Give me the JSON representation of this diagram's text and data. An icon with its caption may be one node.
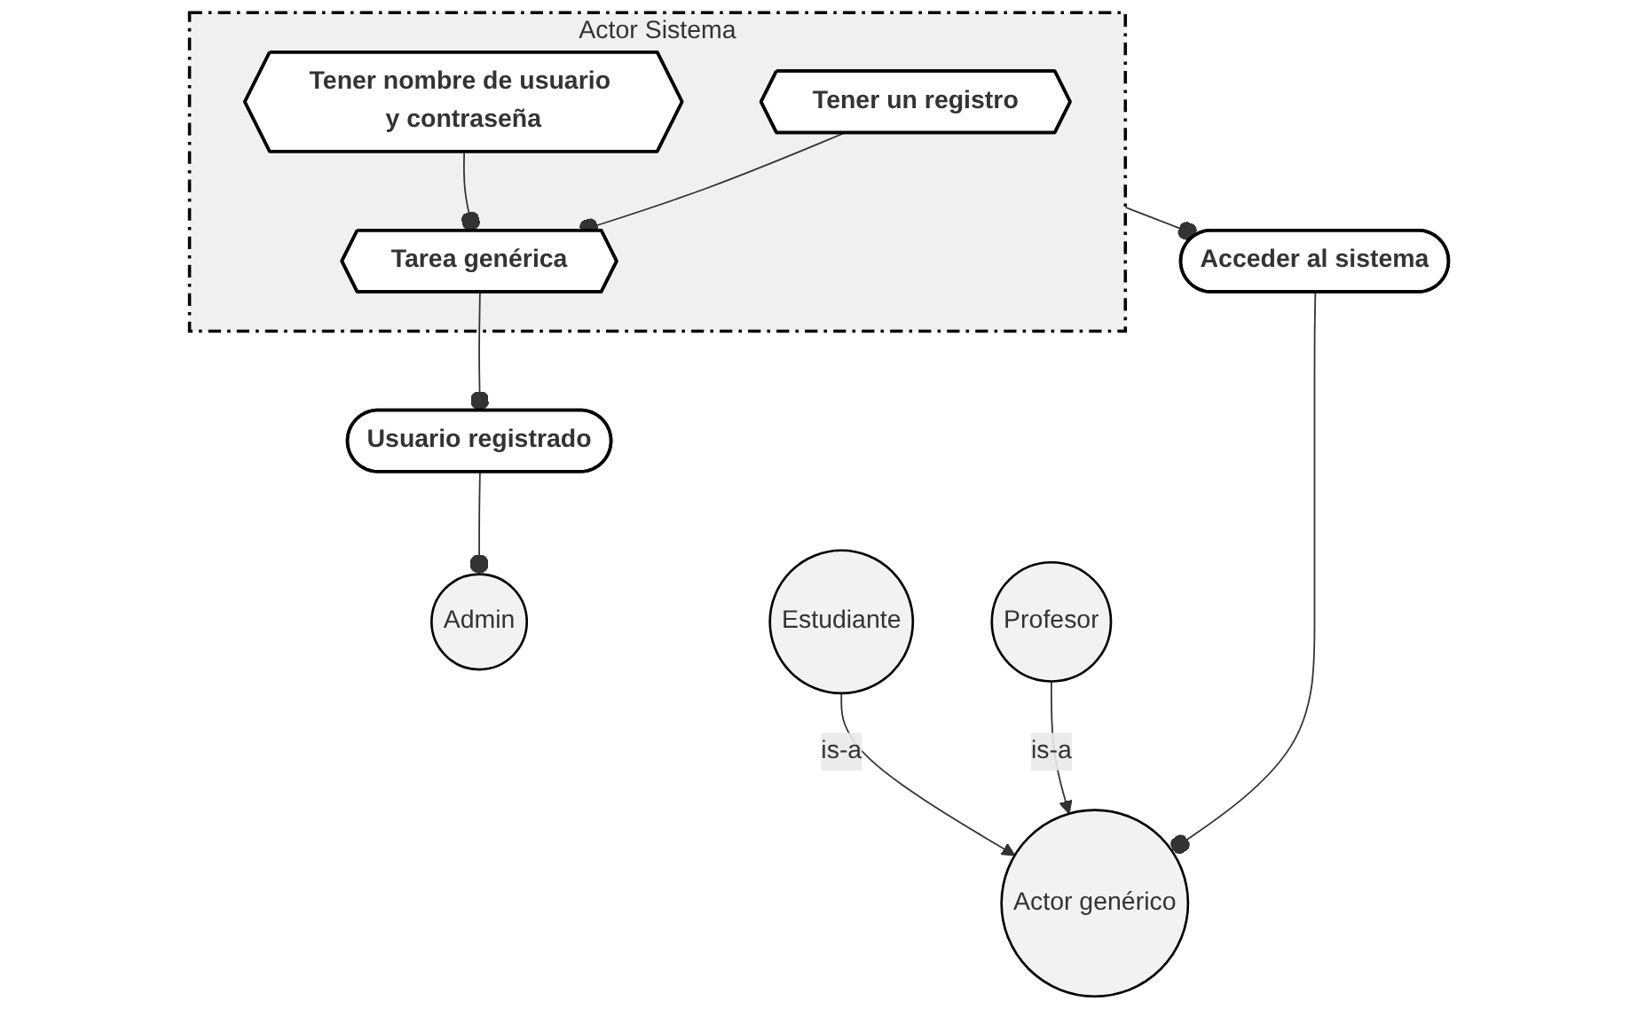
{
  "diagram": {
    "nodes": [
      {
        "text": [
          "Actor Sistema"
        ]
      },
      {
        "text": [
          "Tener un registro"
        ],
        "in": 0
      },
      {
        "text": [
          "Tener nombre de usuario y contraseña"
        ],
        "in": 0
      },
      {
        "text": [
          "Tarea genérica"
        ],
        "in": 0
      },
      {
        "text": [
          "Acceder al sistema"
        ]
      },
      {
        "text": [
          "Usuario registrado"
        ]
      },
      {
        "text": [
          "Actor genérico"
        ]
      },
      {
        "text": [
          "Admin"
        ]
      },
      {
        "text": [
          "Profesor"
        ]
      },
      {
        "text": [
          "Estudiante"
        ]
      }
    ],
    "edges": [
      {
        "from": 1,
        "to": 3,
        "arrow": "other"
      },
      {
        "from": 2,
        "to": 3,
        "arrow": "other"
      },
      {
        "from": 0,
        "to": 4,
        "arrow": "other"
      },
      {
        "from": 3,
        "to": 5,
        "arrow": "other"
      },
      {
        "from": 4,
        "to": 6,
        "arrow": "other"
      },
      {
        "from": 5,
        "to": 7,
        "arrow": "other"
      },
      {
        "from": 8,
        "to": 6,
        "arrow": "to",
        "label": "is-a"
      },
      {
        "from": 9,
        "to": 6,
        "arrow": "to",
        "label": "is-a"
      }
    ]
  }
}
